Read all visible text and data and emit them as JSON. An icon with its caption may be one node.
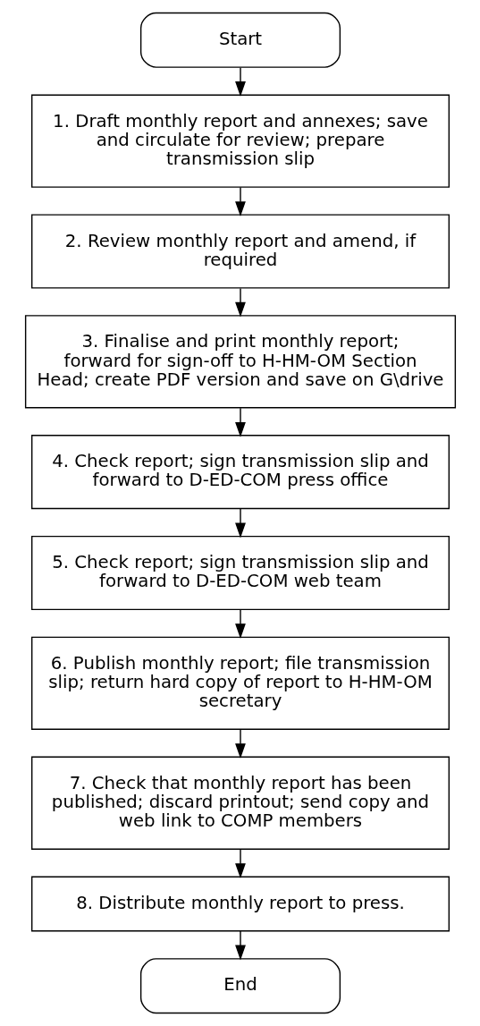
{
  "diagram": {
    "nodes": [
      {
        "text": [
          "Start"
        ]
      },
      {
        "text": [
          "1. Draft monthly report and annexes; save and circulate for review; prepare transmission slip"
        ]
      },
      {
        "text": [
          "2. Review monthly report and amend, if required"
        ]
      },
      {
        "text": [
          "3. Finalise and print monthly report; forward for sign-off to H-HM-OM Section Head; create PDF version and save on G\\drive"
        ]
      },
      {
        "text": [
          "4. Check report; sign transmission slip and forward to D-ED-COM press office"
        ]
      },
      {
        "text": [
          "5. Check report; sign transmission slip and forward to D-ED-COM web team"
        ]
      },
      {
        "text": [
          "6. Publish monthly report; file transmission slip; return hard copy of report to H-HM-OM secretary"
        ]
      },
      {
        "text": [
          "7. Check that monthly report has been published; discard printout; send copy and web link to COMP members"
        ]
      },
      {
        "text": [
          "8. Distribute monthly report to press."
        ]
      },
      {
        "text": [
          "End"
        ]
      }
    ],
    "edges": [
      {
        "from": 0,
        "to": 1,
        "arrow": "to"
      },
      {
        "from": 1,
        "to": 2,
        "arrow": "to"
      },
      {
        "from": 2,
        "to": 3,
        "arrow": "to"
      },
      {
        "from": 3,
        "to": 4,
        "arrow": "to"
      },
      {
        "from": 4,
        "to": 5,
        "arrow": "to"
      },
      {
        "from": 5,
        "to": 6,
        "arrow": "to"
      },
      {
        "from": 6,
        "to": 7,
        "arrow": "to"
      },
      {
        "from": 7,
        "to": 8,
        "arrow": "to"
      },
      {
        "from": 8,
        "to": 9,
        "arrow": "to"
      }
    ]
  }
}
